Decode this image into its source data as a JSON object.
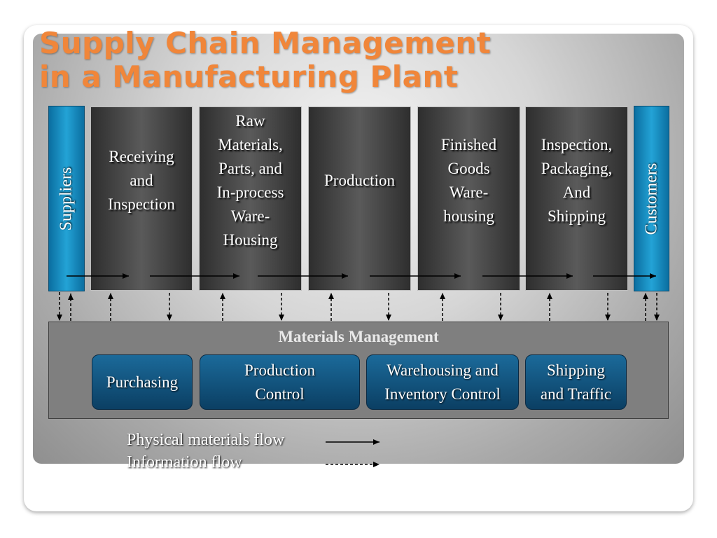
{
  "title": {
    "line1": "Supply Chain Management",
    "line2": "in a Manufacturing Plant"
  },
  "suppliers": "Suppliers",
  "customers": "Customers",
  "stages": [
    {
      "lines": [
        "Receiving",
        "and",
        "Inspection"
      ]
    },
    {
      "lines": [
        "Raw",
        "Materials,",
        "Parts, and",
        "In-process",
        "Ware-",
        "Housing"
      ]
    },
    {
      "lines": [
        "Production"
      ]
    },
    {
      "lines": [
        "Finished",
        "Goods",
        "Ware-",
        "housing"
      ]
    },
    {
      "lines": [
        "Inspection,",
        "Packaging,",
        "And",
        "Shipping"
      ]
    }
  ],
  "materials_management": {
    "title": "Materials Management",
    "units": [
      {
        "lines": [
          "Purchasing"
        ]
      },
      {
        "lines": [
          "Production",
          "Control"
        ]
      },
      {
        "lines": [
          "Warehousing and",
          "Inventory Control"
        ]
      },
      {
        "lines": [
          "Shipping",
          "and Traffic"
        ]
      }
    ]
  },
  "legend": {
    "physical": "Physical materials flow",
    "information": "Information flow"
  },
  "colors": {
    "title": "#f0863a",
    "stage_dark": "#3a3a3a",
    "side_blue": "#1a8fc4",
    "unit_blue": "#0d4d78"
  }
}
